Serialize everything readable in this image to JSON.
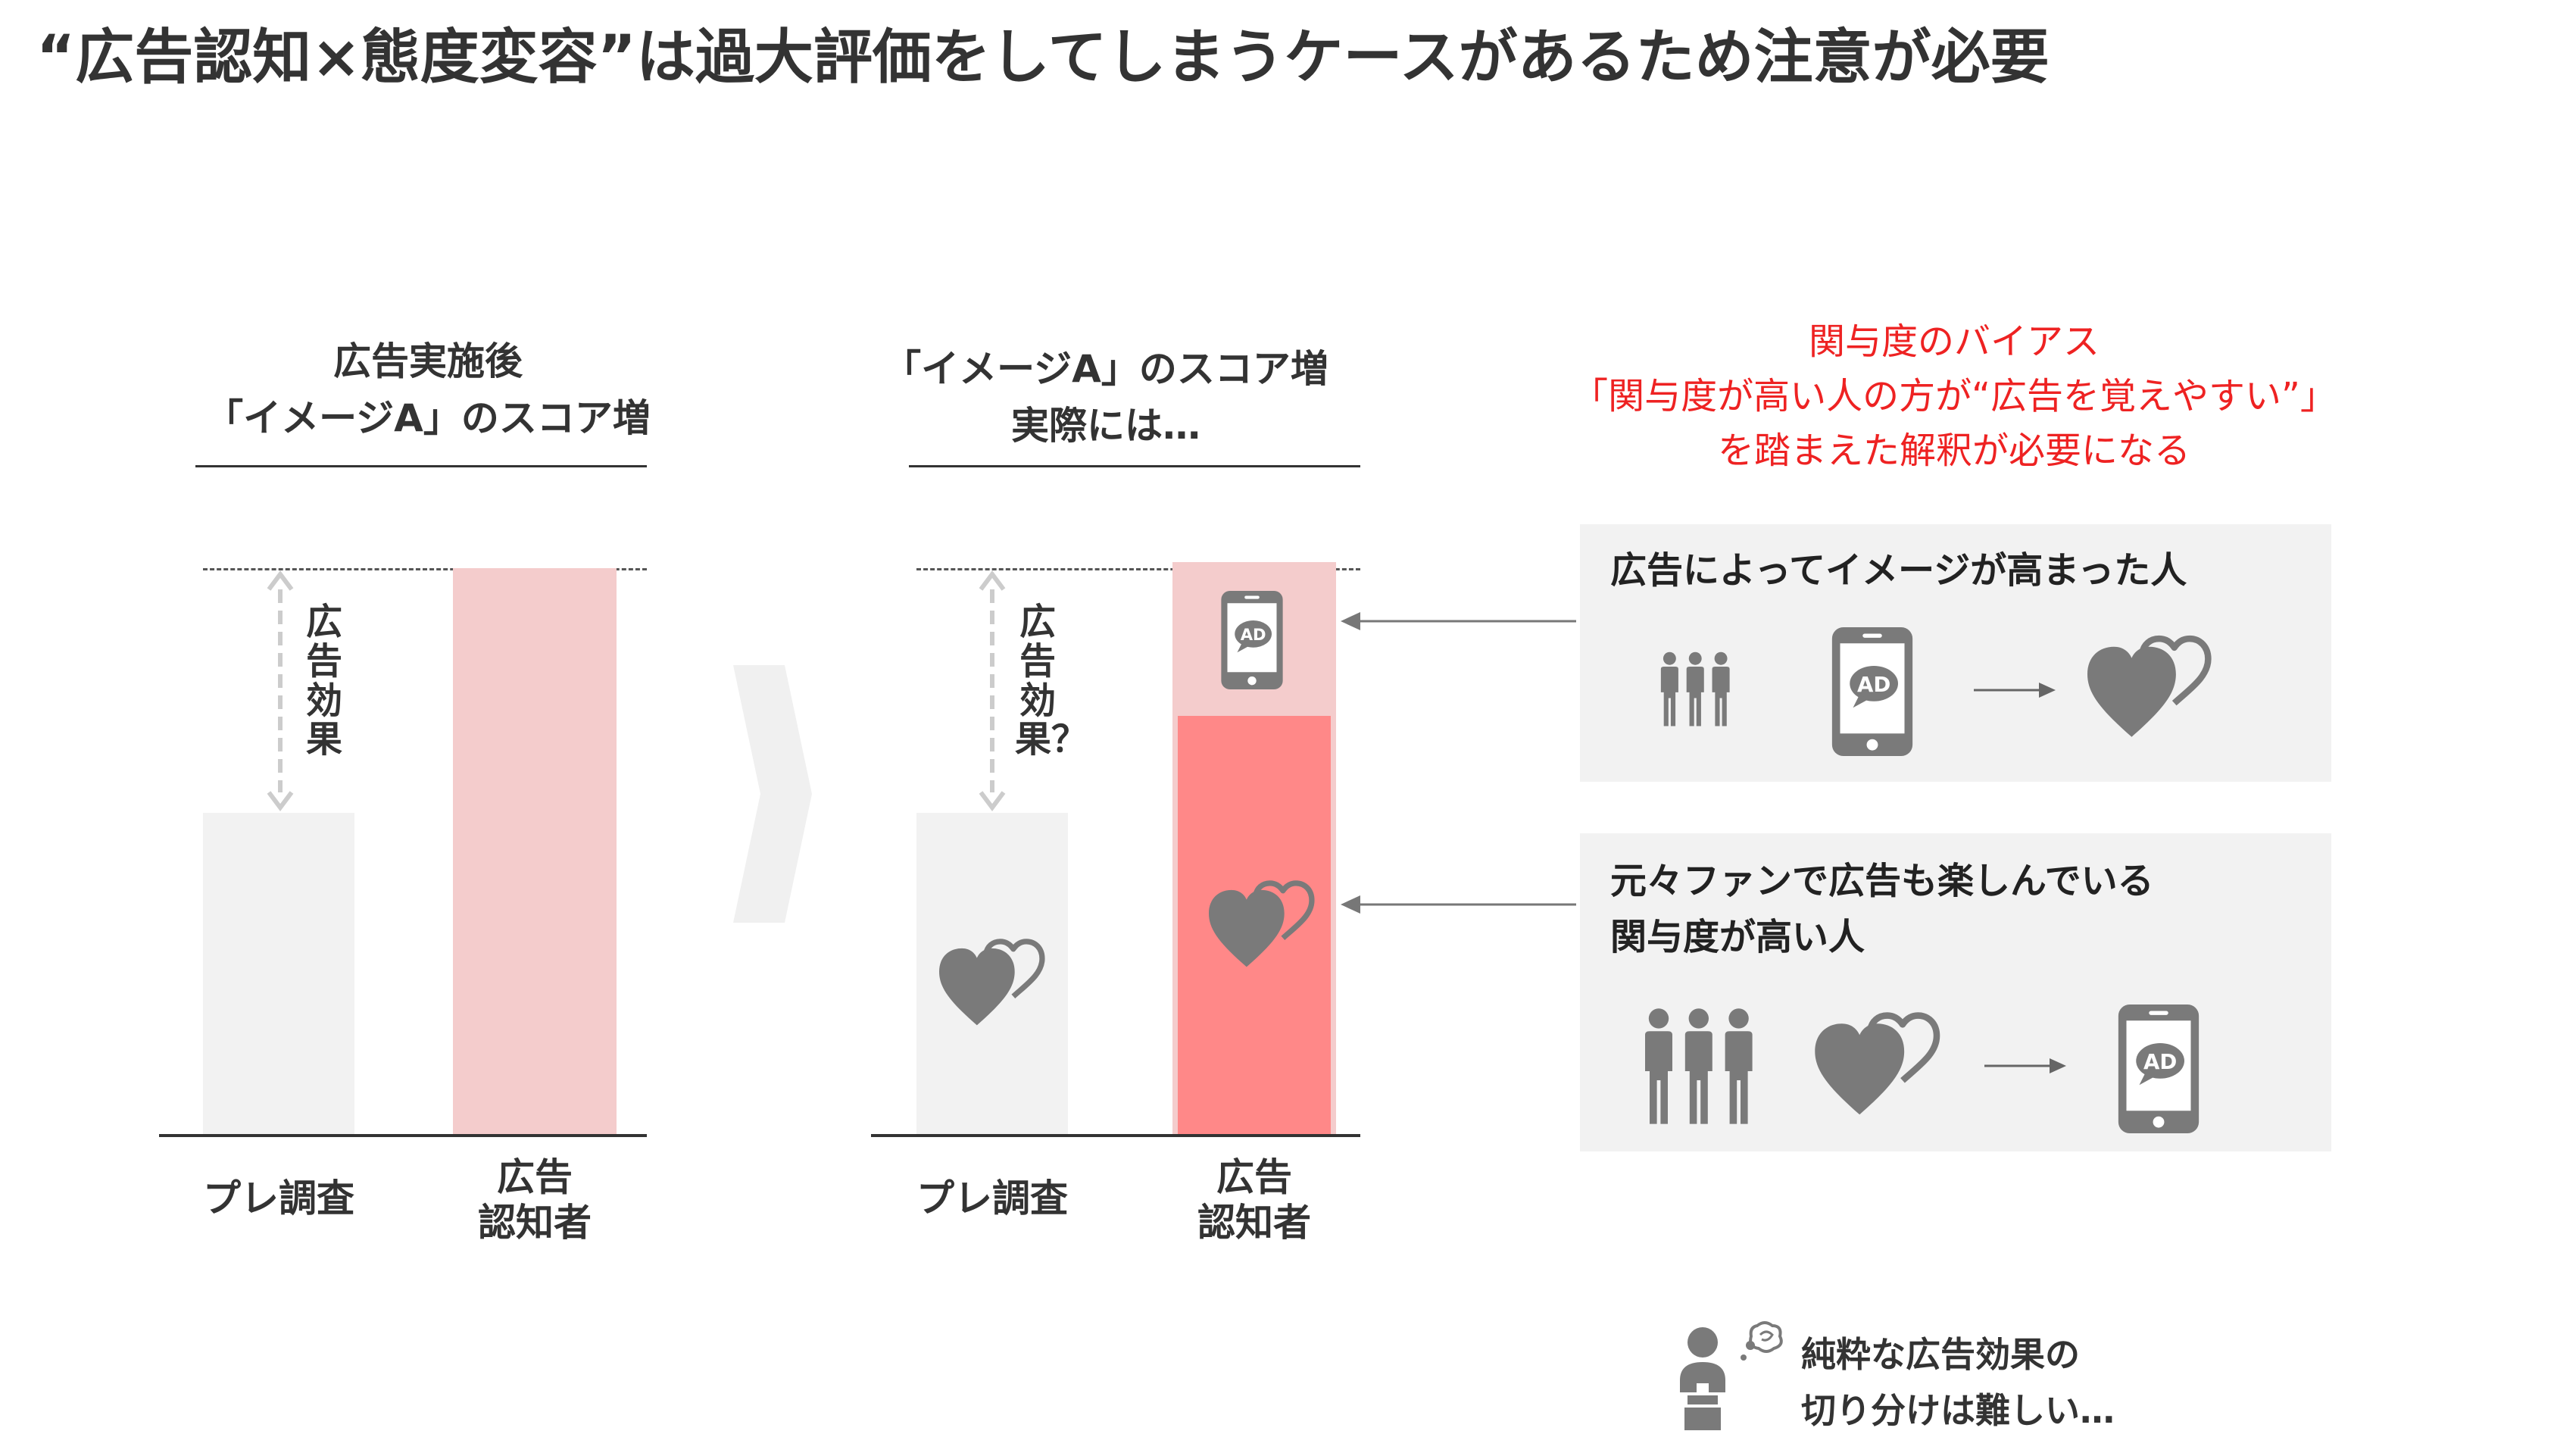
{
  "title": "“広告認知×態度変容”は過大評価をしてしまうケースがあるため注意が必要",
  "left_panel": {
    "heading_line1": "広告実施後",
    "heading_line2": "「イメージA」のスコア増",
    "effect_label": "広告効果",
    "bars": [
      {
        "label": "プレ調査",
        "color": "#f2f2f2"
      },
      {
        "label_line1": "広告",
        "label_line2": "認知者",
        "color": "#f4cccc"
      }
    ]
  },
  "mid_panel": {
    "heading_line1": "「イメージA」のスコア増",
    "heading_line2": "実際には…",
    "effect_label": "広告効果？",
    "bars": [
      {
        "label": "プレ調査",
        "color": "#f2f2f2"
      },
      {
        "label_line1": "広告",
        "label_line2": "認知者",
        "top_color": "#f4cccc",
        "bottom_color": "#ff8888"
      }
    ]
  },
  "bias": {
    "line1": "関与度のバイアス",
    "line2": "「関与度が高い人の方が“広告を覚えやすい”」",
    "line3": "を踏まえた解釈が必要になる",
    "color": "#ee2222"
  },
  "box1": {
    "title": "広告によってイメージが高まった人"
  },
  "box2": {
    "title_line1": "元々ファンで広告も楽しんでいる",
    "title_line2": "関与度が高い人"
  },
  "ad_text": "AD",
  "note": {
    "line1": "純粋な広告効果の",
    "line2": "切り分けは難しい…"
  },
  "icons": [
    "people-group-icon",
    "smartphone-ad-icon",
    "heart-icon",
    "thinking-person-icon",
    "arrow-right-icon"
  ],
  "colors": {
    "gray_bar": "#f2f2f2",
    "pink": "#f4cccc",
    "salmon": "#ff8888",
    "icon_gray": "#7a7a7a",
    "accent_red": "#ee2222"
  }
}
